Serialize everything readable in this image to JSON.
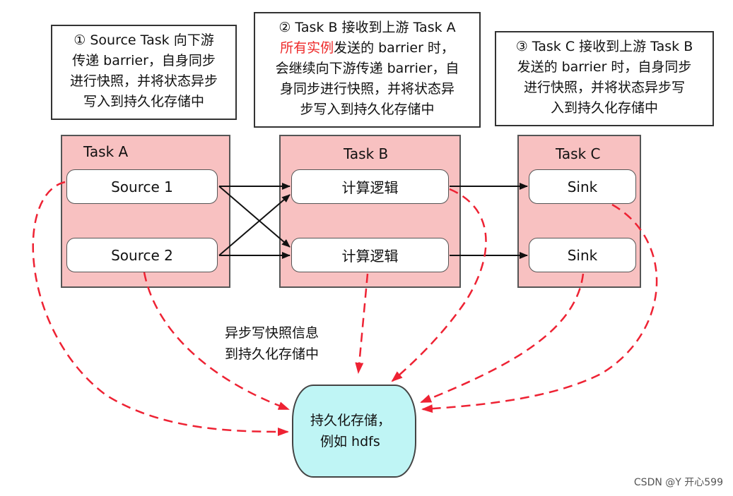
{
  "notes": {
    "note1": [
      "① Source Task 向下游",
      "传递 barrier，自身同步",
      "进行快照，并将状态异步",
      "写入到持久化存储中"
    ],
    "note2": {
      "line1": "② Task B 接收到上游 Task A",
      "line2_red": "所有实例",
      "line2_rest": "发送的 barrier 时，",
      "line3": "会继续向下游传递 barrier，自",
      "line4": "身同步进行快照，并将状态异",
      "line5": "步写入到持久化存储中"
    },
    "note3": [
      "③ Task C 接收到上游 Task B",
      "发送的 barrier 时，自身同步",
      "进行快照，并将状态异步写",
      "入到持久化存储中"
    ]
  },
  "tasks": {
    "a": {
      "label": "Task A",
      "nodes": [
        "Source 1",
        "Source 2"
      ]
    },
    "b": {
      "label": "Task B",
      "nodes": [
        "计算逻辑",
        "计算逻辑"
      ]
    },
    "c": {
      "label": "Task C",
      "nodes": [
        "Sink",
        "Sink"
      ]
    }
  },
  "caption": [
    "异步写快照信息",
    "到持久化存储中"
  ],
  "storage": [
    "持久化存储，",
    "例如 hdfs"
  ],
  "watermark": "CSDN @Y 开心599",
  "colors": {
    "task_fill": "#f8c1c1",
    "storage_fill": "#bff5f5",
    "dashed_arrow": "#ee2233",
    "highlight_text": "#ee2a2a"
  }
}
